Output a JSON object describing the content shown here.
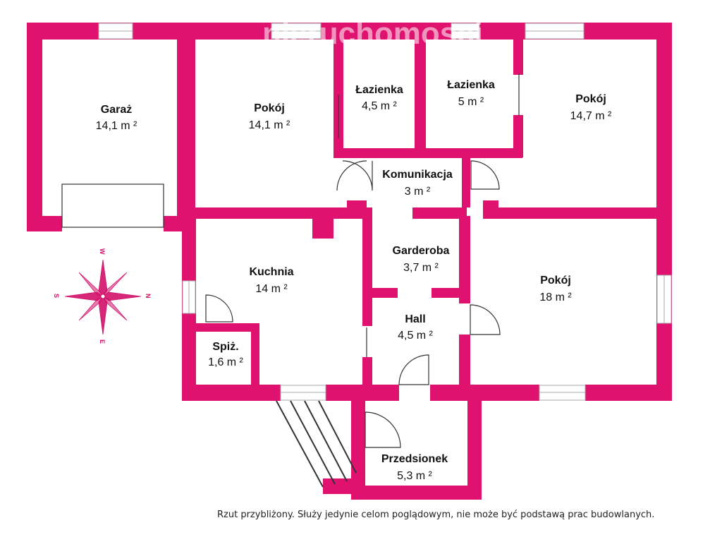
{
  "colors": {
    "wall": "#e0126f",
    "door": "#333333",
    "window": "#cccccc",
    "text": "#111111"
  },
  "watermark": "nieruchomosci",
  "rooms": {
    "garaz": {
      "name": "Garaż",
      "area": "14,1 m ²"
    },
    "pokoj_nw": {
      "name": "Pokój",
      "area": "14,1 m ²"
    },
    "lazienka_1": {
      "name": "Łazienka",
      "area": "4,5 m ²"
    },
    "lazienka_2": {
      "name": "Łazienka",
      "area": "5 m ²"
    },
    "pokoj_ne": {
      "name": "Pokój",
      "area": "14,7 m ²"
    },
    "komunikacja": {
      "name": "Komunikacja",
      "area": "3 m ²"
    },
    "kuchnia": {
      "name": "Kuchnia",
      "area": "14 m ²"
    },
    "garderoba": {
      "name": "Garderoba",
      "area": "3,7 m ²"
    },
    "pokoj_se": {
      "name": "Pokój",
      "area": "18 m ²"
    },
    "hall": {
      "name": "Hall",
      "area": "4,5 m ²"
    },
    "spiz": {
      "name": "Spiż.",
      "area": "1,6 m ²"
    },
    "przedsionek": {
      "name": "Przedsionek",
      "area": "5,3 m ²"
    }
  },
  "compass": {
    "north": "N",
    "south": "S",
    "east": "E",
    "west": "W"
  },
  "disclaimer": "Rzut przybliżony. Służy jedynie celom poglądowym, nie może być podstawą prac budowlanych."
}
